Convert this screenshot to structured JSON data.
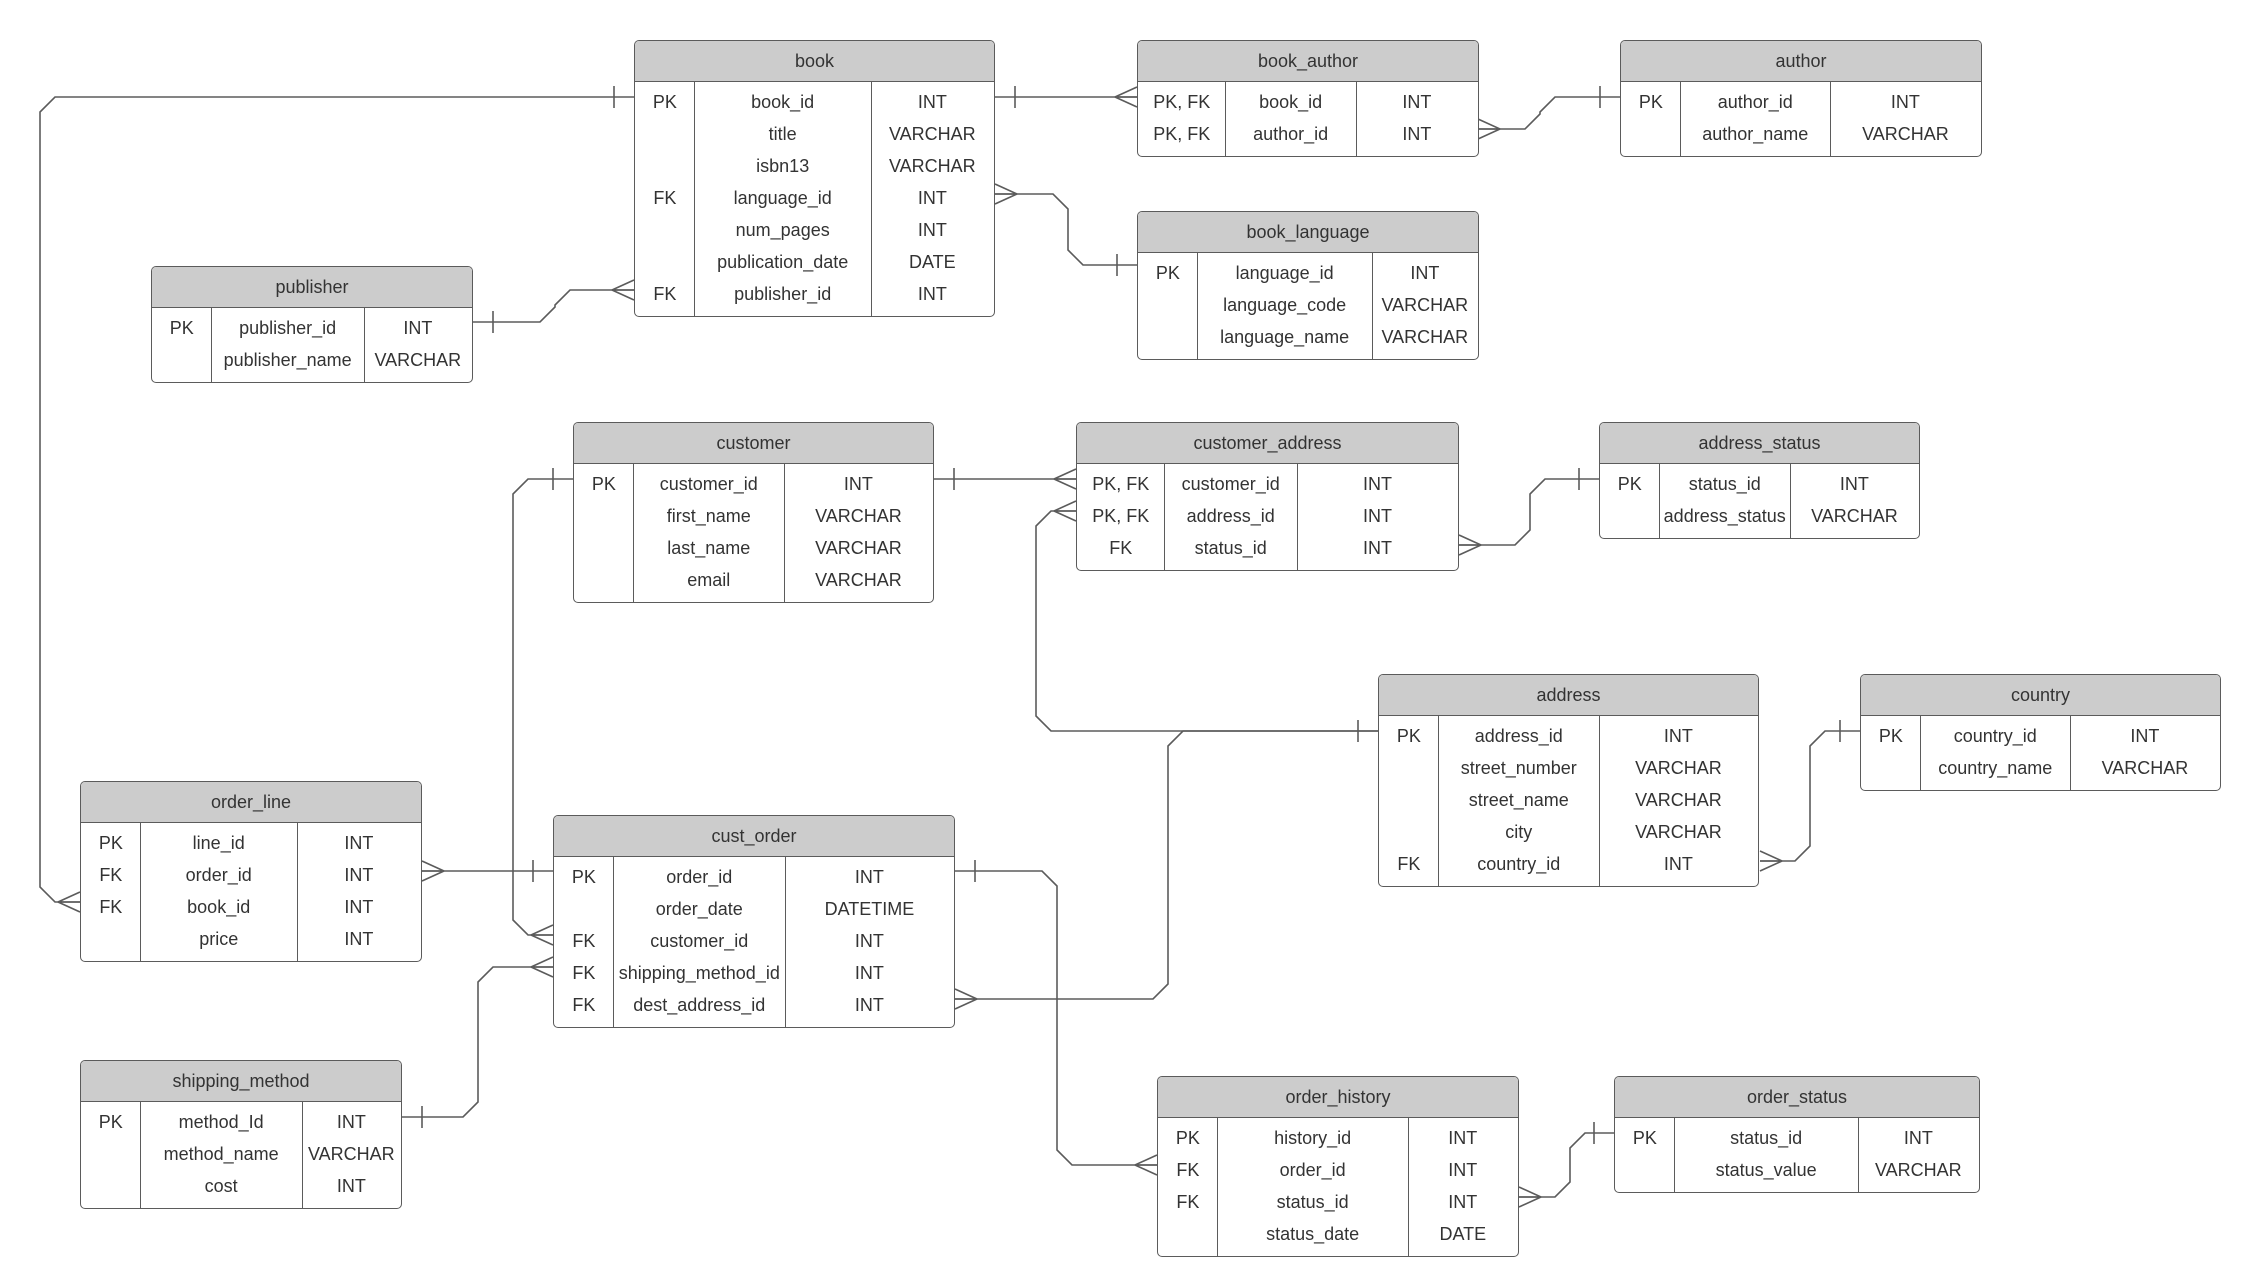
{
  "diagram": {
    "line_color": "#5b5b5b",
    "header_color": "#cccccc",
    "text_color": "#333333",
    "entities": [
      {
        "id": "book",
        "title": "book",
        "rows": [
          [
            "PK",
            "book_id",
            "INT"
          ],
          [
            "",
            "title",
            "VARCHAR"
          ],
          [
            "",
            "isbn13",
            "VARCHAR"
          ],
          [
            "FK",
            "language_id",
            "INT"
          ],
          [
            "",
            "num_pages",
            "INT"
          ],
          [
            "",
            "publication_date",
            "DATE"
          ],
          [
            "FK",
            "publisher_id",
            "INT"
          ]
        ]
      },
      {
        "id": "book_author",
        "title": "book_author",
        "rows": [
          [
            "PK, FK",
            "book_id",
            "INT"
          ],
          [
            "PK, FK",
            "author_id",
            "INT"
          ]
        ]
      },
      {
        "id": "author",
        "title": "author",
        "rows": [
          [
            "PK",
            "author_id",
            "INT"
          ],
          [
            "",
            "author_name",
            "VARCHAR"
          ]
        ]
      },
      {
        "id": "book_language",
        "title": "book_language",
        "rows": [
          [
            "PK",
            "language_id",
            "INT"
          ],
          [
            "",
            "language_code",
            "VARCHAR"
          ],
          [
            "",
            "language_name",
            "VARCHAR"
          ]
        ]
      },
      {
        "id": "publisher",
        "title": "publisher",
        "rows": [
          [
            "PK",
            "publisher_id",
            "INT"
          ],
          [
            "",
            "publisher_name",
            "VARCHAR"
          ]
        ]
      },
      {
        "id": "customer",
        "title": "customer",
        "rows": [
          [
            "PK",
            "customer_id",
            "INT"
          ],
          [
            "",
            "first_name",
            "VARCHAR"
          ],
          [
            "",
            "last_name",
            "VARCHAR"
          ],
          [
            "",
            "email",
            "VARCHAR"
          ]
        ]
      },
      {
        "id": "customer_address",
        "title": "customer_address",
        "rows": [
          [
            "PK, FK",
            "customer_id",
            "INT"
          ],
          [
            "PK, FK",
            "address_id",
            "INT"
          ],
          [
            "FK",
            "status_id",
            "INT"
          ]
        ]
      },
      {
        "id": "address_status",
        "title": "address_status",
        "rows": [
          [
            "PK",
            "status_id",
            "INT"
          ],
          [
            "",
            "address_status",
            "VARCHAR"
          ]
        ]
      },
      {
        "id": "address",
        "title": "address",
        "rows": [
          [
            "PK",
            "address_id",
            "INT"
          ],
          [
            "",
            "street_number",
            "VARCHAR"
          ],
          [
            "",
            "street_name",
            "VARCHAR"
          ],
          [
            "",
            "city",
            "VARCHAR"
          ],
          [
            "FK",
            "country_id",
            "INT"
          ]
        ]
      },
      {
        "id": "country",
        "title": "country",
        "rows": [
          [
            "PK",
            "country_id",
            "INT"
          ],
          [
            "",
            "country_name",
            "VARCHAR"
          ]
        ]
      },
      {
        "id": "order_line",
        "title": "order_line",
        "rows": [
          [
            "PK",
            "line_id",
            "INT"
          ],
          [
            "FK",
            "order_id",
            "INT"
          ],
          [
            "FK",
            "book_id",
            "INT"
          ],
          [
            "",
            "price",
            "INT"
          ]
        ]
      },
      {
        "id": "cust_order",
        "title": "cust_order",
        "rows": [
          [
            "PK",
            "order_id",
            "INT"
          ],
          [
            "",
            "order_date",
            "DATETIME"
          ],
          [
            "FK",
            "customer_id",
            "INT"
          ],
          [
            "FK",
            "shipping_method_id",
            "INT"
          ],
          [
            "FK",
            "dest_address_id",
            "INT"
          ]
        ]
      },
      {
        "id": "shipping_method",
        "title": "shipping_method",
        "rows": [
          [
            "PK",
            "method_Id",
            "INT"
          ],
          [
            "",
            "method_name",
            "VARCHAR"
          ],
          [
            "",
            "cost",
            "INT"
          ]
        ]
      },
      {
        "id": "order_history",
        "title": "order_history",
        "rows": [
          [
            "PK",
            "history_id",
            "INT"
          ],
          [
            "FK",
            "order_id",
            "INT"
          ],
          [
            "FK",
            "status_id",
            "INT"
          ],
          [
            "",
            "status_date",
            "DATE"
          ]
        ]
      },
      {
        "id": "order_status",
        "title": "order_status",
        "rows": [
          [
            "PK",
            "status_id",
            "INT"
          ],
          [
            "",
            "status_value",
            "VARCHAR"
          ]
        ]
      }
    ],
    "relationships": [
      {
        "from": "book",
        "from_field": "book_id",
        "to": "book_author",
        "to_field": "book_id",
        "cardinality": "one-to-many"
      },
      {
        "from": "author",
        "from_field": "author_id",
        "to": "book_author",
        "to_field": "author_id",
        "cardinality": "one-to-many"
      },
      {
        "from": "book_language",
        "from_field": "language_id",
        "to": "book",
        "to_field": "language_id",
        "cardinality": "one-to-many"
      },
      {
        "from": "publisher",
        "from_field": "publisher_id",
        "to": "book",
        "to_field": "publisher_id",
        "cardinality": "one-to-many"
      },
      {
        "from": "book",
        "from_field": "book_id",
        "to": "order_line",
        "to_field": "book_id",
        "cardinality": "one-to-many"
      },
      {
        "from": "customer",
        "from_field": "customer_id",
        "to": "customer_address",
        "to_field": "customer_id",
        "cardinality": "one-to-many"
      },
      {
        "from": "address_status",
        "from_field": "status_id",
        "to": "customer_address",
        "to_field": "status_id",
        "cardinality": "one-to-many"
      },
      {
        "from": "address",
        "from_field": "address_id",
        "to": "customer_address",
        "to_field": "address_id",
        "cardinality": "one-to-many"
      },
      {
        "from": "country",
        "from_field": "country_id",
        "to": "address",
        "to_field": "country_id",
        "cardinality": "one-to-many"
      },
      {
        "from": "customer",
        "from_field": "customer_id",
        "to": "cust_order",
        "to_field": "customer_id",
        "cardinality": "one-to-many"
      },
      {
        "from": "cust_order",
        "from_field": "order_id",
        "to": "order_line",
        "to_field": "order_id",
        "cardinality": "one-to-many"
      },
      {
        "from": "shipping_method",
        "from_field": "method_Id",
        "to": "cust_order",
        "to_field": "shipping_method_id",
        "cardinality": "one-to-many"
      },
      {
        "from": "address",
        "from_field": "address_id",
        "to": "cust_order",
        "to_field": "dest_address_id",
        "cardinality": "one-to-many"
      },
      {
        "from": "cust_order",
        "from_field": "order_id",
        "to": "order_history",
        "to_field": "order_id",
        "cardinality": "one-to-many"
      },
      {
        "from": "order_status",
        "from_field": "status_id",
        "to": "order_history",
        "to_field": "status_id",
        "cardinality": "one-to-many"
      }
    ]
  }
}
